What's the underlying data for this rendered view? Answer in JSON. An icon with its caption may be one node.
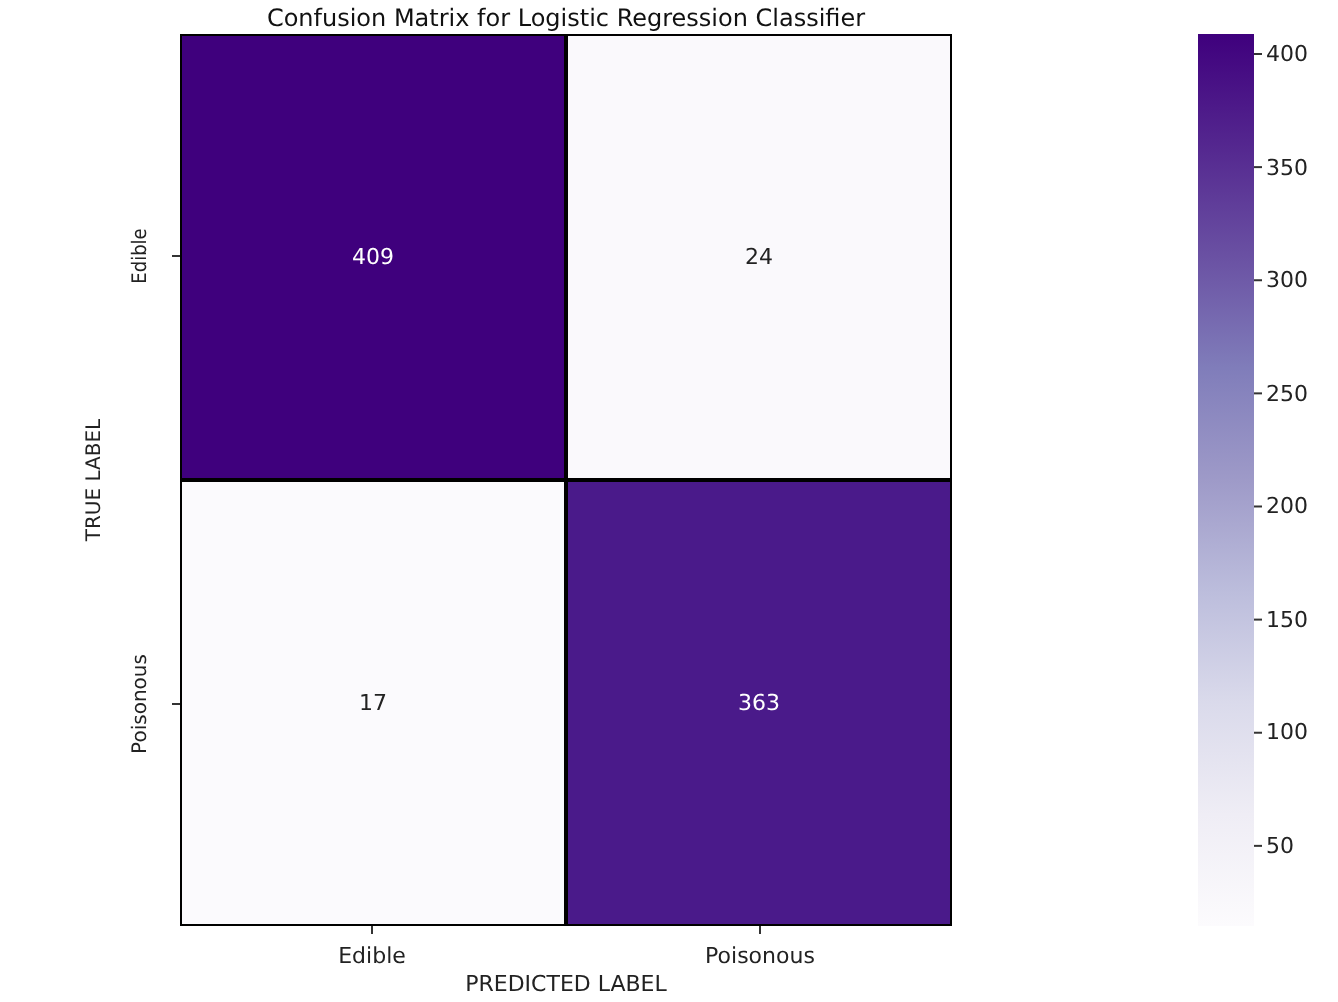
{
  "diagram": {
    "title": "Confusion Matrix for Logistic Regression Classifier",
    "nodes": [
      {
        "text": [
          "409"
        ]
      },
      {
        "text": [
          "24"
        ]
      },
      {
        "text": [
          "17"
        ]
      },
      {
        "text": [
          "363"
        ]
      }
    ],
    "labels": [
      "Edible",
      "TRUE LABEL",
      "Poisonous",
      "Edible",
      "Poisonous",
      "PREDICTED LABEL",
      "400",
      "350",
      "300",
      "250",
      "200",
      "150",
      "100",
      "50"
    ]
  }
}
